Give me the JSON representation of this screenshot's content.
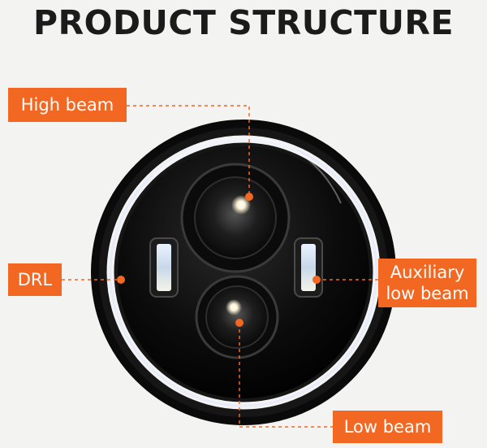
{
  "title": "PRODUCT STRUCTURE",
  "labels": {
    "high_beam": "High beam",
    "drl": "DRL",
    "auxiliary_line1": "Auxiliary",
    "auxiliary_line2": "low beam",
    "low_beam": "Low beam"
  },
  "colors": {
    "accent": "#f26722",
    "background": "#f3f3f2",
    "title": "#1b1b1b"
  }
}
